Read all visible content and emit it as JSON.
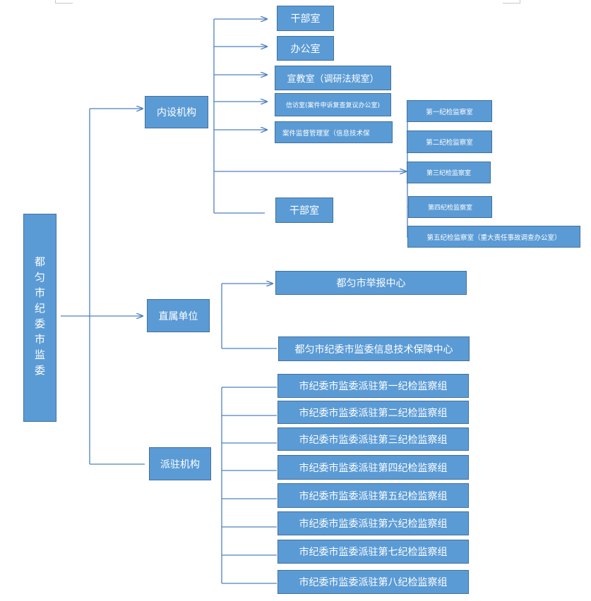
{
  "root": "都匀市纪委市监委",
  "branches": {
    "internal": "内设机构",
    "direct": "直属单位",
    "stationed": "派驻机构"
  },
  "internal_units": [
    "干部室",
    "办公室",
    "宣教室（调研法规室）",
    "信访室(案件申诉复查复议办公室)",
    "案件监督管理室（信息技术保",
    "干部室"
  ],
  "inspection_rooms": [
    "第一纪检监察室",
    "第二纪检监察室",
    "第三纪检监察室",
    "第四纪检监察室",
    "第五纪检监察室（重大责任事故调查办公室）"
  ],
  "direct_units": [
    "都匀市举报中心",
    "都匀市纪委市监委信息技术保障中心"
  ],
  "stationed_groups": [
    "市纪委市监委派驻第一纪检监察组",
    "市纪委市监委派驻第二纪检监察组",
    "市纪委市监委派驻第三纪检监察组",
    "市纪委市监委派驻第四纪检监察组",
    "市纪委市监委派驻第五纪检监察组",
    "市纪委市监委派驻第六纪检监察组",
    "市纪委市监委派驻第七纪检监察组",
    "市纪委市监委派驻第八纪检监察组"
  ],
  "colors": {
    "box_fill": "#5b9bd5",
    "box_border": "#41719c",
    "arrow": "#4f81bd",
    "text": "#ffffff"
  }
}
